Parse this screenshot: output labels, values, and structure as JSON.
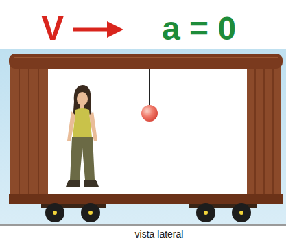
{
  "diagram": {
    "labels": [
      "V",
      "a = 0",
      "vista lateral"
    ]
  }
}
